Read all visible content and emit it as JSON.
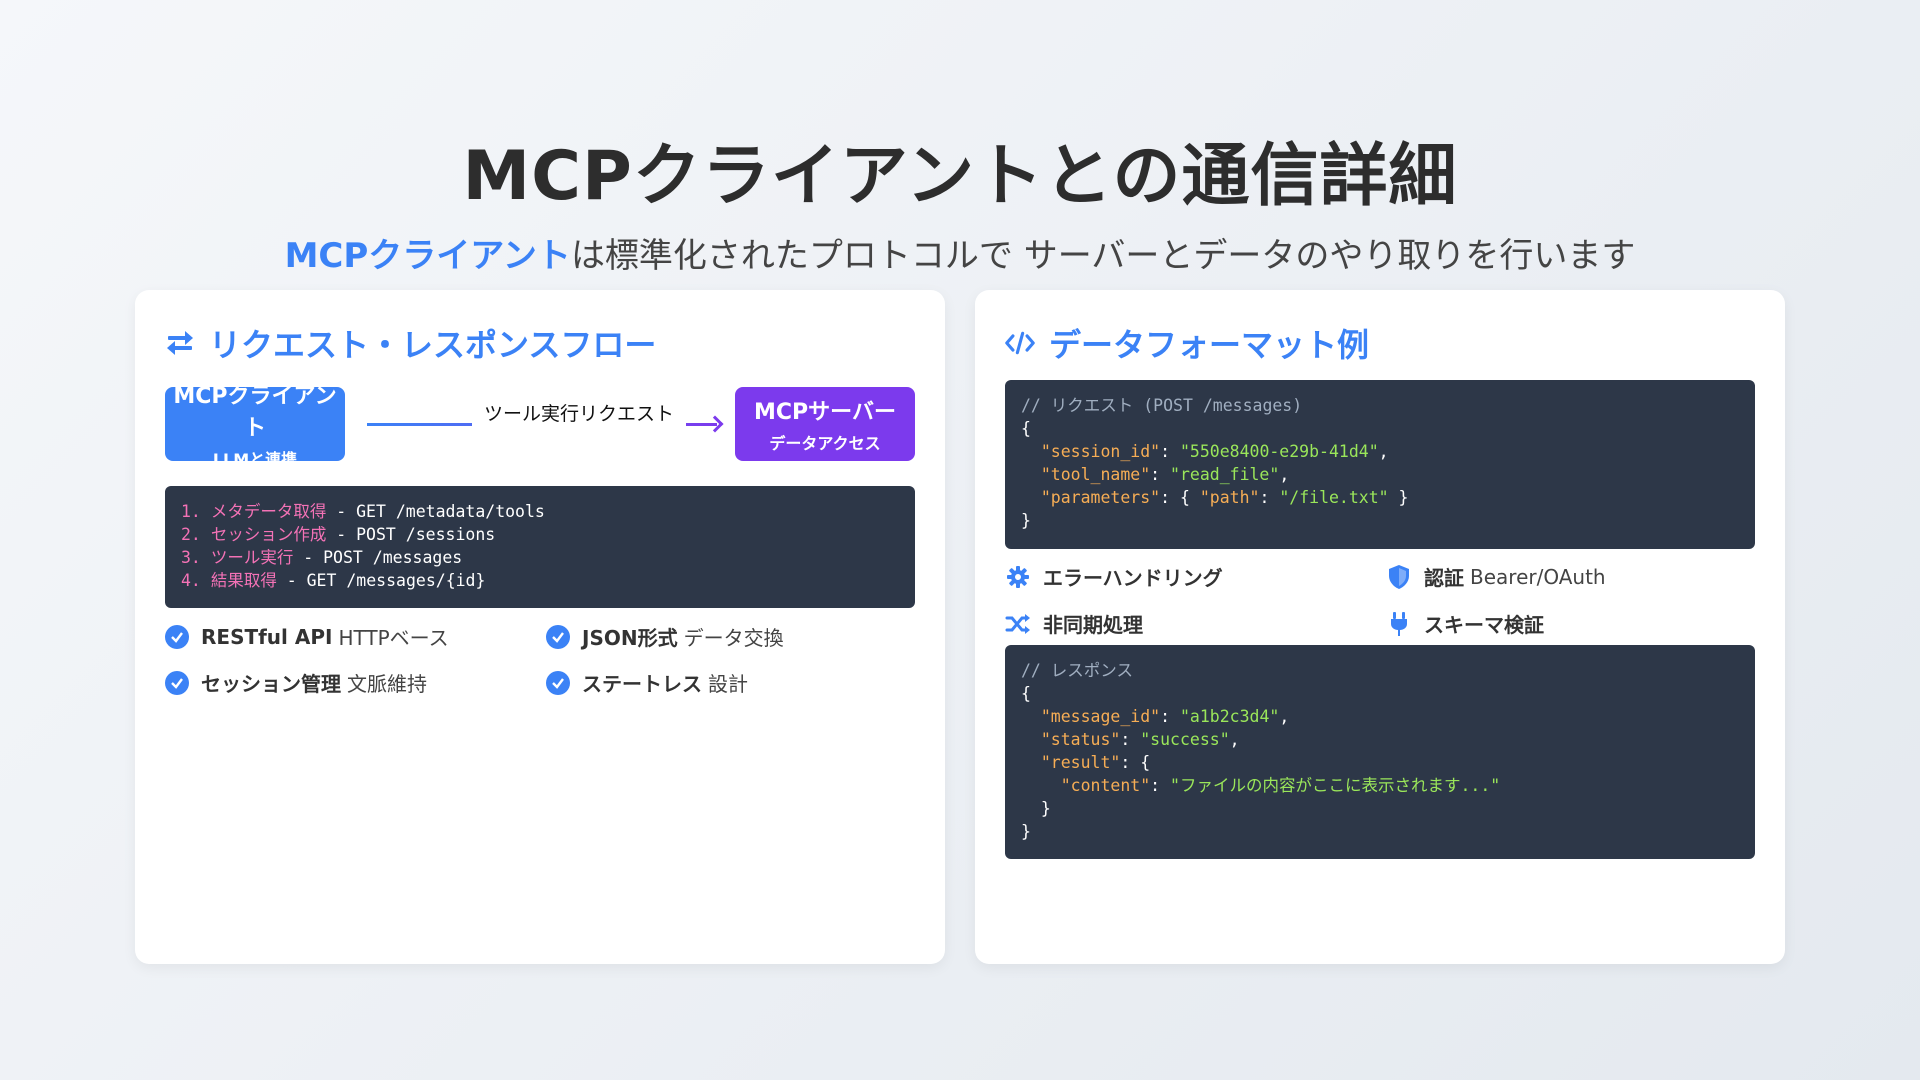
{
  "title": "MCPクライアントとの通信詳細",
  "subtitle": {
    "accent": "MCPクライアント",
    "rest": "は標準化されたプロトコルで サーバーとデータのやり取りを行います"
  },
  "left_card": {
    "heading": "リクエスト・レスポンスフロー",
    "heading_icon": "exchange-arrows-icon",
    "client": {
      "title": "MCPクライアント",
      "sub": "LLMと連携"
    },
    "server": {
      "title": "MCPサーバー",
      "sub": "データアクセス"
    },
    "flow_label": "ツール実行リクエスト",
    "steps": [
      {
        "num": "1.",
        "name": "メタデータ取得",
        "detail": " - GET /metadata/tools"
      },
      {
        "num": "2.",
        "name": "セッション作成",
        "detail": " - POST /sessions"
      },
      {
        "num": "3.",
        "name": "ツール実行",
        "detail": " - POST /messages"
      },
      {
        "num": "4.",
        "name": "結果取得",
        "detail": " - GET /messages/{id}"
      }
    ],
    "features": [
      {
        "bold": "RESTful API",
        "text": "HTTPベース"
      },
      {
        "bold": "JSON形式",
        "text": "データ交換"
      },
      {
        "bold": "セッション管理",
        "text": "文脈維持"
      },
      {
        "bold": "ステートレス",
        "text": "設計"
      }
    ]
  },
  "right_card": {
    "heading": "データフォーマット例",
    "heading_icon": "code-icon",
    "request_code": {
      "comment": "// リクエスト (POST /messages)",
      "open": "{",
      "session_key": "\"session_id\"",
      "session_val": "\"550e8400-e29b-41d4\"",
      "tool_key": "\"tool_name\"",
      "tool_val": "\"read_file\"",
      "params_key": "\"parameters\"",
      "path_key": "\"path\"",
      "path_val": "\"/file.txt\"",
      "close": "}"
    },
    "features": [
      {
        "icon": "gear-icon",
        "bold": "エラーハンドリング",
        "text": ""
      },
      {
        "icon": "shield-icon",
        "bold": "認証",
        "text": "Bearer/OAuth"
      },
      {
        "icon": "shuffle-icon",
        "bold": "非同期処理",
        "text": ""
      },
      {
        "icon": "plug-icon",
        "bold": "スキーマ検証",
        "text": ""
      }
    ],
    "response_code": {
      "comment": "// レスポンス",
      "open": "{",
      "msg_key": "\"message_id\"",
      "msg_val": "\"a1b2c3d4\"",
      "status_key": "\"status\"",
      "status_val": "\"success\"",
      "result_key": "\"result\"",
      "content_key": "\"content\"",
      "content_val": "\"ファイルの内容がここに表示されます...\"",
      "inner_close": "}",
      "close": "}"
    }
  },
  "colors": {
    "accent": "#3b82f6",
    "server": "#7c3aed",
    "code_bg": "#2d3748",
    "code_key": "#f6ad55",
    "code_string": "#9ae65a",
    "step_highlight": "#f472b6"
  }
}
